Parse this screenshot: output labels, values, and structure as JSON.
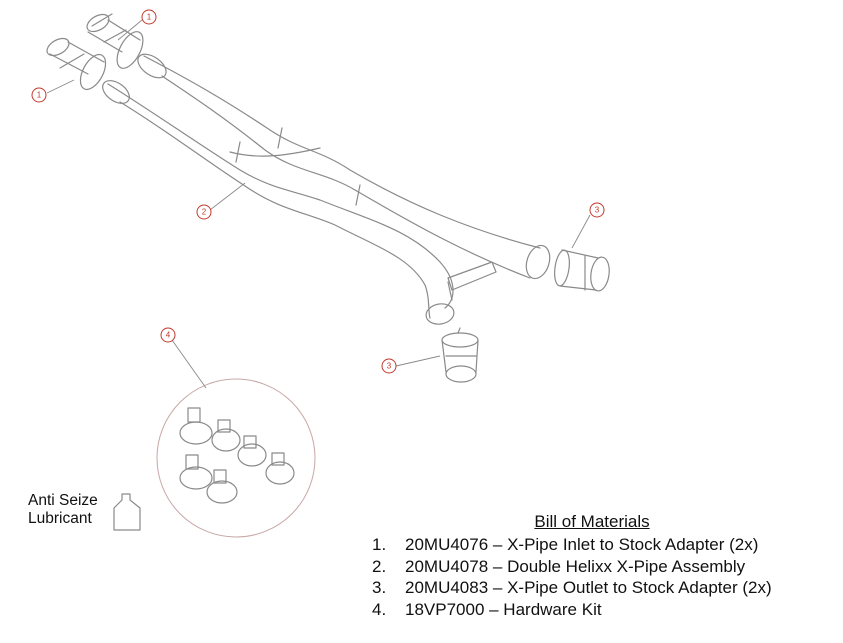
{
  "callouts": [
    {
      "id": "inlet-adapter-upper",
      "label": "1"
    },
    {
      "id": "inlet-adapter-lower",
      "label": "1"
    },
    {
      "id": "x-pipe-assembly",
      "label": "2"
    },
    {
      "id": "outlet-adapter-right",
      "label": "3"
    },
    {
      "id": "outlet-adapter-lower",
      "label": "3"
    },
    {
      "id": "hardware-kit",
      "label": "4"
    }
  ],
  "lubricant": {
    "line1": "Anti Seize",
    "line2": "Lubricant"
  },
  "bill_of_materials": {
    "title": "Bill of Materials",
    "items": [
      {
        "num": "1.",
        "text": "20MU4076 – X-Pipe Inlet to Stock Adapter (2x)"
      },
      {
        "num": "2.",
        "text": "20MU4078 – Double Helixx X-Pipe Assembly"
      },
      {
        "num": "3.",
        "text": "20MU4083 – X-Pipe Outlet to Stock Adapter (2x)"
      },
      {
        "num": "4.",
        "text": "18VP7000 – Hardware Kit"
      }
    ]
  },
  "colors": {
    "line": "#8a8a8a",
    "callout": "#c0392b",
    "text": "#111111"
  }
}
